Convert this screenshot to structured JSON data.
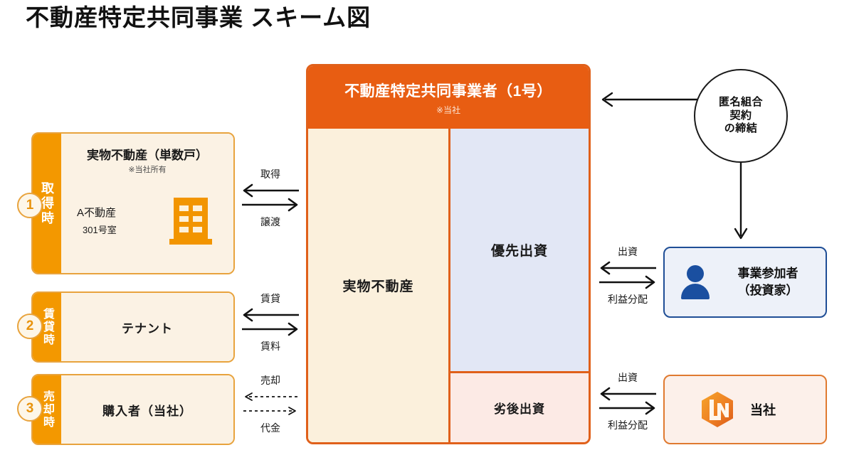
{
  "title": "不動産特定共同事業 スキーム図",
  "steps": [
    {
      "badge": "1",
      "side_label": "取得時",
      "heading": "実物不動産（単数戸）",
      "note": "※当社所有",
      "property_name": "A不動産",
      "property_room": "301号室",
      "icon": "building-icon"
    },
    {
      "badge": "2",
      "side_label": "賃貸時",
      "heading": "テナント"
    },
    {
      "badge": "3",
      "side_label": "売却時",
      "heading": "購入者（当社）"
    }
  ],
  "left_arrows": [
    {
      "top_label": "取得",
      "bottom_label": "譲渡",
      "style": "solid"
    },
    {
      "top_label": "賃貸",
      "bottom_label": "賃料",
      "style": "solid"
    },
    {
      "top_label": "売却",
      "bottom_label": "代金",
      "style": "dotted"
    }
  ],
  "center": {
    "header_title": "不動産特定共同事業者（1号）",
    "header_note": "※当社",
    "left_column": "実物不動産",
    "senior_investment": "優先出資",
    "subordinated_investment": "劣後出資"
  },
  "right_arrows": [
    {
      "top_label": "出資",
      "bottom_label": "利益分配",
      "style": "solid"
    },
    {
      "top_label": "出資",
      "bottom_label": "利益分配",
      "style": "solid"
    }
  ],
  "tk_contract": {
    "line1": "匿名組合",
    "line2": "契約",
    "line3": "の締結"
  },
  "investor": {
    "line1": "事業参加者",
    "line2": "（投資家）",
    "icon": "person-icon"
  },
  "company": {
    "name": "当社",
    "logo": "ln-hexagon-logo"
  },
  "colors": {
    "orange": "#F39800",
    "orange_dark": "#E85D12",
    "card_bg": "#FBF2E4",
    "blue_panel": "#E2E7F5",
    "pink_panel": "#FCEAE5",
    "investor_blue": "#1F4E96",
    "company_orange": "#E07A30"
  }
}
